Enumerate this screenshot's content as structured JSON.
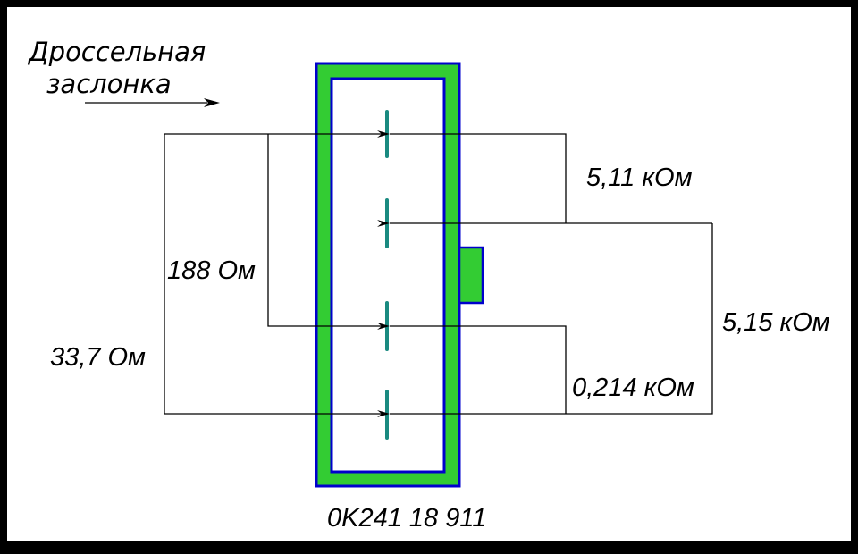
{
  "title_line1": "Дроссельная",
  "title_line2": "заслонка",
  "labels": {
    "r1": "5,11 кОм",
    "r2": "188 Ом",
    "r3": "5,15 кОм",
    "r4": "33,7 Ом",
    "r5": "0,214 кОм",
    "part_number": "0K241 18 911"
  },
  "colors": {
    "background": "#000000",
    "panel": "#ffffff",
    "housing_fill": "#33cc33",
    "housing_outline": "#0000cc",
    "contact": "#1a8a80",
    "wire": "#000000"
  },
  "icons": [
    "arrow-right-icon",
    "arrow-left-icon"
  ]
}
